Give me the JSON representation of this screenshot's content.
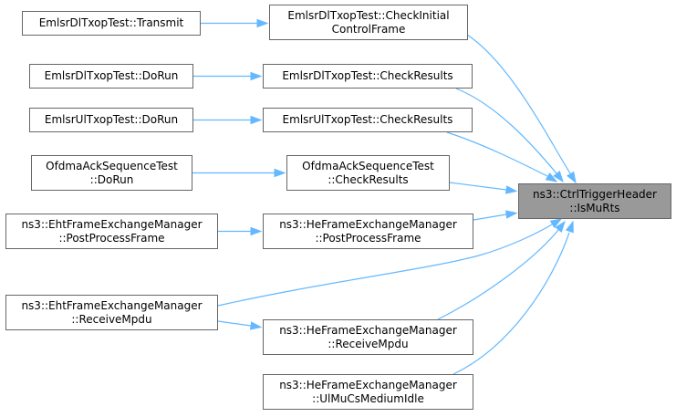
{
  "colors": {
    "edge": "#63b8ff",
    "node_border": "#666666",
    "focus_fill": "#999999"
  },
  "nodes": {
    "transmit": {
      "lines": [
        "EmlsrDlTxopTest::Transmit"
      ]
    },
    "check_initial": {
      "lines": [
        "EmlsrDlTxopTest::CheckInitial",
        "ControlFrame"
      ]
    },
    "dl_dorun": {
      "lines": [
        "EmlsrDlTxopTest::DoRun"
      ]
    },
    "dl_checkresults": {
      "lines": [
        "EmlsrDlTxopTest::CheckResults"
      ]
    },
    "ul_dorun": {
      "lines": [
        "EmlsrUlTxopTest::DoRun"
      ]
    },
    "ul_checkresults": {
      "lines": [
        "EmlsrUlTxopTest::CheckResults"
      ]
    },
    "ofdma_dorun": {
      "lines": [
        "OfdmaAckSequenceTest",
        "::DoRun"
      ]
    },
    "ofdma_check": {
      "lines": [
        "OfdmaAckSequenceTest",
        "::CheckResults"
      ]
    },
    "eht_ppf": {
      "lines": [
        "ns3::EhtFrameExchangeManager",
        "::PostProcessFrame"
      ]
    },
    "he_ppf": {
      "lines": [
        "ns3::HeFrameExchangeManager",
        "::PostProcessFrame"
      ]
    },
    "eht_rx": {
      "lines": [
        "ns3::EhtFrameExchangeManager",
        "::ReceiveMpdu"
      ]
    },
    "he_rx": {
      "lines": [
        "ns3::HeFrameExchangeManager",
        "::ReceiveMpdu"
      ]
    },
    "he_ulmu": {
      "lines": [
        "ns3::HeFrameExchangeManager",
        "::UlMuCsMediumIdle"
      ]
    },
    "target": {
      "lines": [
        "ns3::CtrlTriggerHeader",
        "::IsMuRts"
      ]
    }
  }
}
